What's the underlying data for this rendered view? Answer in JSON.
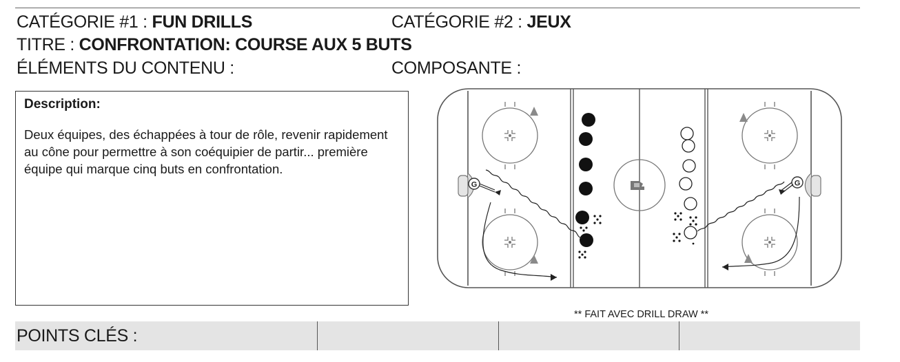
{
  "header": {
    "cat1_label": "CATÉGORIE #1 : ",
    "cat1_value": "FUN DRILLS",
    "cat2_label": "CATÉGORIE #2 :  ",
    "cat2_value": "JEUX",
    "title_label": "TITRE : ",
    "title_value": "CONFRONTATION: COURSE AUX 5 BUTS",
    "elements_label": "ÉLÉMENTS DU CONTENU :",
    "component_label": "COMPOSANTE :"
  },
  "description": {
    "title": "Description:",
    "text": "Deux équipes, des échappées à tour de rôle, revenir rapidement au cône pour permettre à son coéquipier de partir... première équipe qui marque cinq buts en confrontation."
  },
  "diagram": {
    "goalie_label": "G",
    "credit": "** FAIT AVEC DRILL DRAW **"
  },
  "points": {
    "label": "POINTS CLÉS :"
  },
  "colors": {
    "line": "#555555",
    "cone": "#8a8a8a",
    "points_bg": "#e4e4e4"
  }
}
